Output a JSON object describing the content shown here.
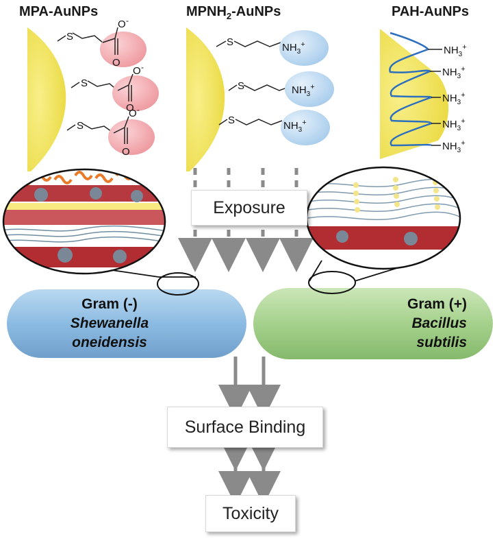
{
  "titles": {
    "mpa_prefix": "MPA-AuNPs",
    "mpnh2_prefix": "MPNH",
    "mpnh2_sub": "2",
    "mpnh2_suffix": "-AuNPs",
    "pah": "PAH-AuNPs"
  },
  "ligands": {
    "sulfur": "S",
    "carboxylate": "O",
    "carboxylate_charge": "-",
    "amine": "NH",
    "amine_sub": "3",
    "amine_charge": "+"
  },
  "steps": {
    "exposure": "Exposure",
    "surface_binding": "Surface Binding",
    "toxicity": "Toxicity"
  },
  "cells": {
    "gram_negative": {
      "type": "Gram (-)",
      "species_line1": "Shewanella",
      "species_line2": "oneidensis"
    },
    "gram_positive": {
      "type": "Gram (+)",
      "species_line1": "Bacillus",
      "species_line2": "subtilis"
    }
  },
  "colors": {
    "gold": "#f1e45a",
    "carboxylate_bubble": "#f3a8ad",
    "amine_bubble": "#b9d7ef",
    "gram_negative_cell": "#8fbfe3",
    "gram_positive_cell": "#a9d493",
    "arrow": "#8a8a8a",
    "pah_chain": "#2d6fbf"
  }
}
